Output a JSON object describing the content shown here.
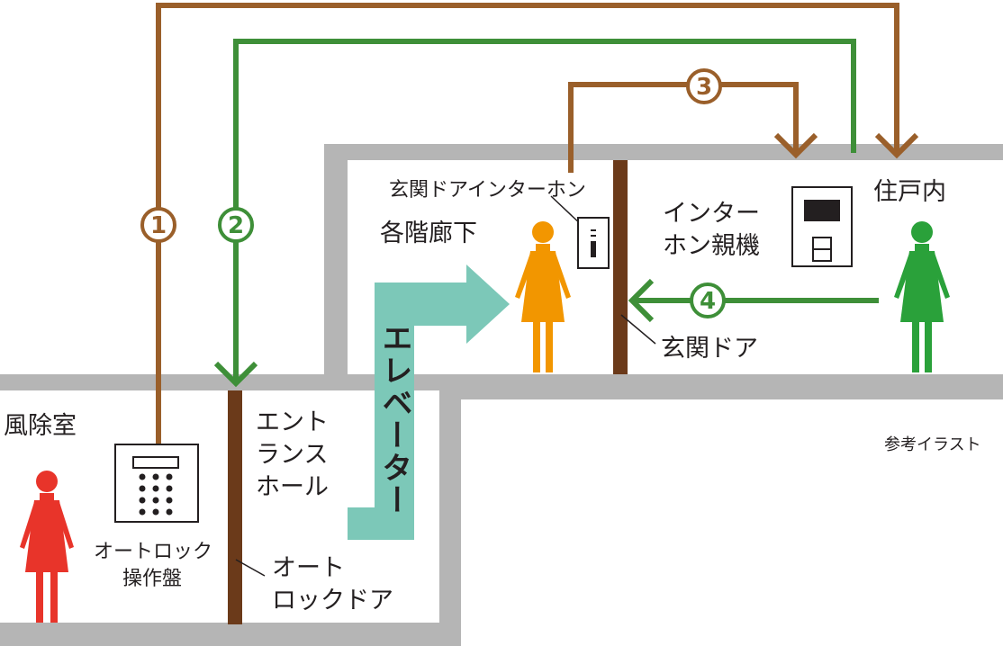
{
  "rooms": {
    "windbreak": "風除室",
    "entrance_hall": [
      "エント",
      "ランス",
      "ホール"
    ],
    "corridor": "各階廊下",
    "dwelling": "住戸内"
  },
  "devices": {
    "autolock_panel": [
      "オートロック",
      "操作盤"
    ],
    "autolock_door": [
      "オート",
      "ロックドア"
    ],
    "front_door_intercom": "玄関ドアインターホン",
    "intercom_master": [
      "インター",
      "ホン親機"
    ],
    "front_door": "玄関ドア"
  },
  "elevator": "エレベーター",
  "steps": [
    {
      "label": "1",
      "color": "#9a5f2a"
    },
    {
      "label": "2",
      "color": "#3e8f38"
    },
    {
      "label": "3",
      "color": "#9a5f2a"
    },
    {
      "label": "4",
      "color": "#3e8f38"
    }
  ],
  "note": "参考イラスト",
  "colors": {
    "wall": "#b5b5b5",
    "door": "#6b3a1a",
    "elevator": "#7cc8b8",
    "visitor": "#e8342a",
    "visitor_corridor": "#f29600",
    "resident": "#2aa13a"
  }
}
